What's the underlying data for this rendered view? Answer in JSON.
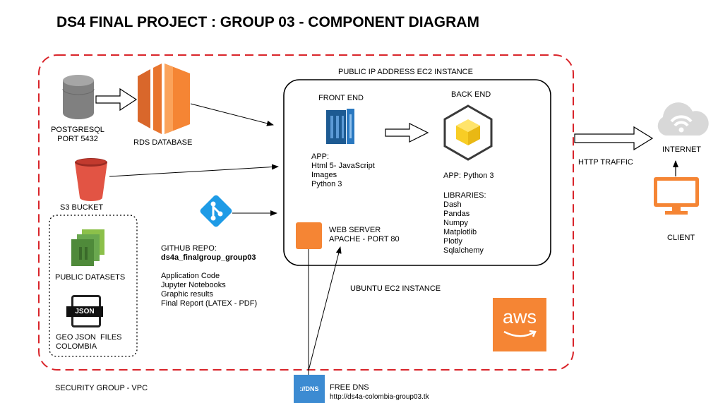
{
  "title": "DS4 FINAL PROJECT : GROUP 03 - COMPONENT DIAGRAM",
  "vpc": {
    "label": "SECURITY GROUP - VPC"
  },
  "ec2_public_ip": {
    "label": "PUBLIC IP ADDRESS EC2 INSTANCE"
  },
  "postgres": {
    "line1": "POSTGRESQL",
    "line2": "PORT 5432"
  },
  "rds": {
    "label": "RDS DATABASE"
  },
  "s3": {
    "label": "S3 BUCKET"
  },
  "datasets": {
    "label": "PUBLIC DATASETS"
  },
  "geojson": {
    "badge": "JSON",
    "line1": "GEO JSON  FILES",
    "line2": "COLOMBIA"
  },
  "github": {
    "header": "GITHUB REPO:",
    "repo": "ds4a_finalgroup_group03",
    "items": [
      "Application Code",
      "Jupyter Notebooks",
      "Graphic results",
      "Final Report (LATEX - PDF)"
    ]
  },
  "frontend": {
    "title": "FRONT END",
    "app_lines": [
      "APP:",
      "Html 5- JavaScript",
      "Images",
      "Python 3"
    ]
  },
  "backend": {
    "title": "BACK END",
    "app": "APP: Python 3",
    "libraries_header": "LIBRARIES:",
    "libraries": [
      "Dash",
      "Pandas",
      "Numpy",
      "Matplotlib",
      "Plotly",
      "Sqlalchemy"
    ]
  },
  "webserver": {
    "line1": "WEB SERVER",
    "line2": "APACHE - PORT 80"
  },
  "ubuntu": {
    "label": "UBUNTU EC2 INSTANCE"
  },
  "aws": {
    "logo": "aws"
  },
  "http": {
    "label": "HTTP TRAFFIC"
  },
  "internet": {
    "label": "INTERNET"
  },
  "client": {
    "label": "CLIENT"
  },
  "dns": {
    "badge": "://DNS",
    "title": "FREE DNS",
    "url": "http://ds4a-colombia-group03.tk"
  },
  "colors": {
    "vpc_border": "#d9242a",
    "aws_orange": "#f58534",
    "s3_red": "#e25444",
    "github_blue": "#1e9be6",
    "dns_blue": "#3c8bd2",
    "green": "#6aa84f",
    "frontend_blue": "#1d5a92",
    "cube_yellow": "#f8cd25"
  },
  "icons": [
    "database-icon",
    "rds-icon",
    "s3-bucket-icon",
    "dataset-icon",
    "json-file-icon",
    "git-icon",
    "frontend-icon",
    "backend-cube-icon",
    "webserver-icon",
    "aws-logo-icon",
    "cloud-wifi-icon",
    "monitor-icon",
    "dns-icon"
  ]
}
